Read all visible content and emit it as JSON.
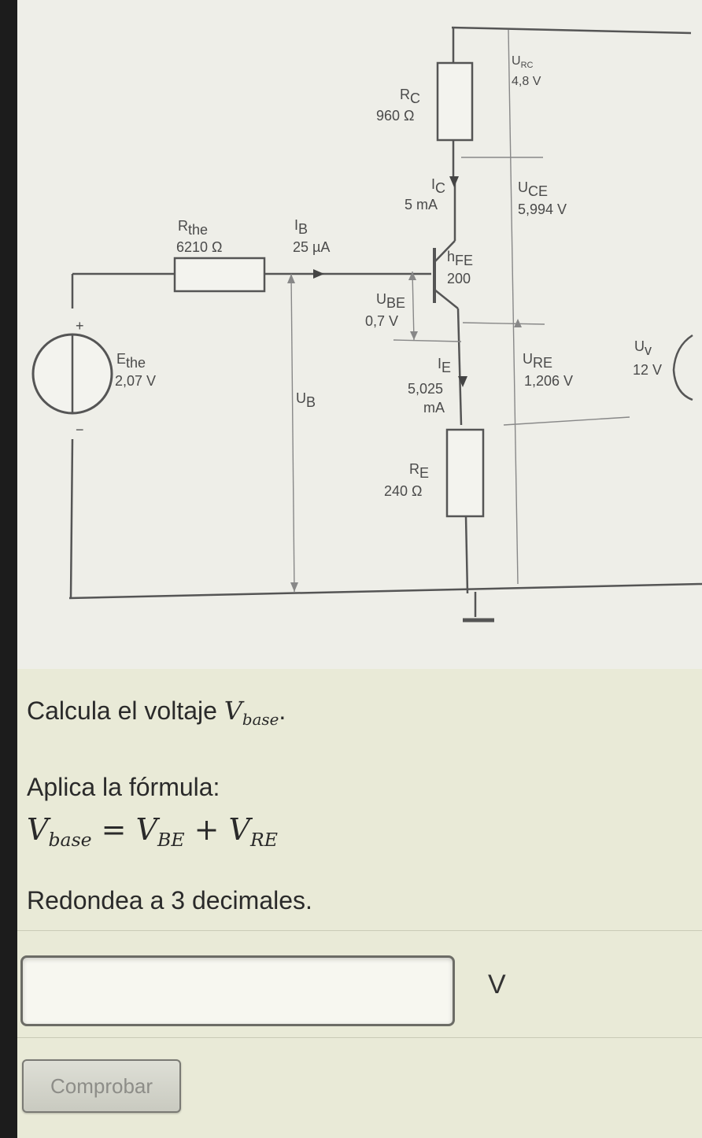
{
  "diagram": {
    "components": {
      "rthe": {
        "name": "R",
        "sub": "the",
        "value": "6210 Ω"
      },
      "rc": {
        "name": "R",
        "sub": "C",
        "value": "960 Ω"
      },
      "re": {
        "name": "R",
        "sub": "E",
        "value": "240 Ω"
      },
      "ethe": {
        "name": "E",
        "sub": "the",
        "value": "2,07 V"
      },
      "transistor": {
        "name": "h",
        "sub": "FE",
        "value": "200"
      }
    },
    "currents": {
      "ib": {
        "name": "I",
        "sub": "B",
        "value": "25 µA"
      },
      "ic": {
        "name": "I",
        "sub": "C",
        "value": "5 mA"
      },
      "ie": {
        "name": "I",
        "sub": "E",
        "value_line1": "5,025",
        "value_line2": "mA"
      }
    },
    "voltages": {
      "urc": {
        "name": "U",
        "sub": "RC",
        "value": "4,8 V"
      },
      "uce": {
        "name": "U",
        "sub": "CE",
        "value": "5,994 V"
      },
      "ube": {
        "name": "U",
        "sub": "BE",
        "value": "0,7 V"
      },
      "ure": {
        "name": "U",
        "sub": "RE",
        "value": "1,206 V"
      },
      "uv": {
        "name": "U",
        "sub": "v",
        "value": "12 V"
      },
      "ub": {
        "name": "U",
        "sub": "B"
      }
    },
    "polarity": {
      "plus": "+",
      "minus": "−"
    }
  },
  "question": {
    "prompt_text": "Calcula el voltaje ",
    "prompt_var": "V",
    "prompt_var_sub": "base",
    "prompt_end": ".",
    "formula_label": "Aplica la fórmula:",
    "formula": {
      "lhs": "V",
      "lhs_sub": "base",
      "eq": " = ",
      "t1": "V",
      "t1_sub": "BE",
      "plus": " + ",
      "t2": "V",
      "t2_sub": "RE"
    },
    "rounding": "Redondea a 3 decimales."
  },
  "answer": {
    "value": "",
    "placeholder": "",
    "unit": "V"
  },
  "actions": {
    "check_label": "Comprobar"
  }
}
